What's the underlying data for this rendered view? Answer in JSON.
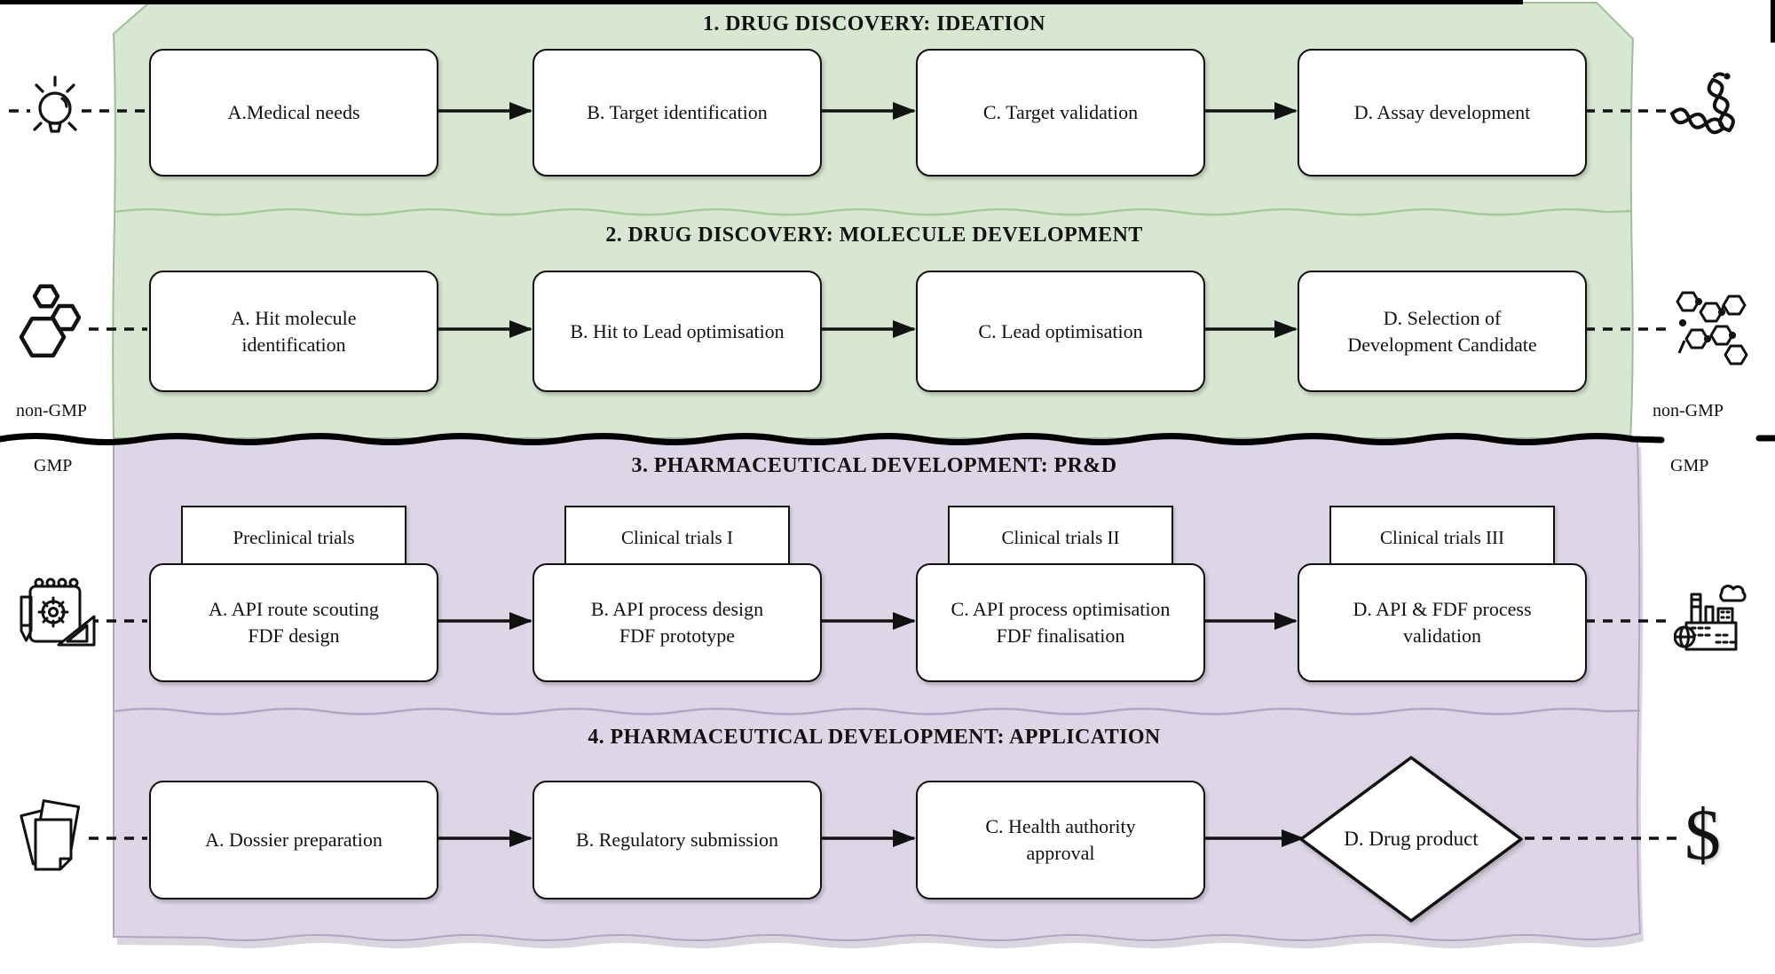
{
  "colors": {
    "discovery_zone": "#d8e7d2",
    "discovery_zone_border": "#9cc093",
    "development_zone": "#ded5e6",
    "development_zone_border": "#b2a4c3",
    "divider": "#000000",
    "box_background": "#ffffff",
    "box_border": "#111111"
  },
  "zone_labels": {
    "left_top": "non-GMP",
    "left_bottom": "GMP",
    "right_top": "non-GMP",
    "right_bottom": "GMP"
  },
  "currency_symbol": "$",
  "icons": {
    "row1_left": "lightbulb",
    "row1_right": "dna-helix",
    "row2_left": "molecule-structure",
    "row2_right": "molecule-cluster",
    "row3_left": "design-notepad",
    "row3_right": "factory",
    "row4_left": "documents",
    "row4_right": "dollar-sign"
  },
  "sections": [
    {
      "title": "1. DRUG DISCOVERY: IDEATION",
      "boxes": [
        "A.Medical needs",
        "B. Target identification",
        "C. Target validation",
        "D. Assay development"
      ]
    },
    {
      "title": "2. DRUG DISCOVERY: MOLECULE DEVELOPMENT",
      "boxes": [
        "A. Hit molecule\nidentification",
        "B. Hit to Lead optimisation",
        "C. Lead optimisation",
        "D. Selection of\nDevelopment Candidate"
      ]
    },
    {
      "title": "3. PHARMACEUTICAL DEVELOPMENT: PR&D",
      "trial_labels": [
        "Preclinical trials",
        "Clinical trials I",
        "Clinical trials II",
        "Clinical trials III"
      ],
      "boxes": [
        "A. API route scouting\nFDF design",
        "B. API process design\nFDF prototype",
        "C. API process optimisation\nFDF finalisation",
        "D. API & FDF process\nvalidation"
      ]
    },
    {
      "title": "4. PHARMACEUTICAL DEVELOPMENT: APPLICATION",
      "boxes": [
        "A. Dossier preparation",
        "B. Regulatory submission",
        "C. Health authority\napproval",
        "D. Drug product"
      ]
    }
  ]
}
